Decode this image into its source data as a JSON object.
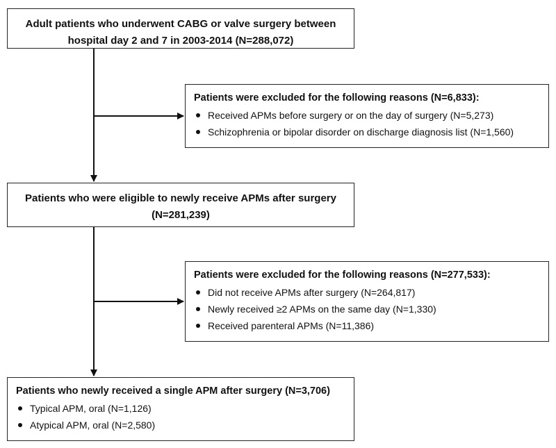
{
  "boxes": {
    "start": {
      "line1": "Adult patients who underwent CABG or valve surgery between",
      "line2": "hospital day 2 and 7 in 2003-2014 (N=288,072)"
    },
    "exclusion1": {
      "title": "Patients were excluded for the following reasons (N=6,833):",
      "items": [
        "Received APMs before surgery or on the day of surgery (N=5,273)",
        "Schizophrenia or bipolar disorder on discharge diagnosis list (N=1,560)"
      ]
    },
    "eligible": {
      "line1": "Patients who were eligible to newly receive APMs after surgery",
      "line2": "(N=281,239)"
    },
    "exclusion2": {
      "title": "Patients were excluded for the following reasons (N=277,533):",
      "items": [
        "Did not receive APMs after surgery (N=264,817)",
        "Newly received ≥2 APMs on the same day (N=1,330)",
        "Received parenteral APMs (N=11,386)"
      ]
    },
    "final": {
      "title": "Patients who newly received a single APM after surgery (N=3,706)",
      "items": [
        "Typical APM, oral (N=1,126)",
        "Atypical APM, oral (N=2,580)"
      ]
    }
  }
}
